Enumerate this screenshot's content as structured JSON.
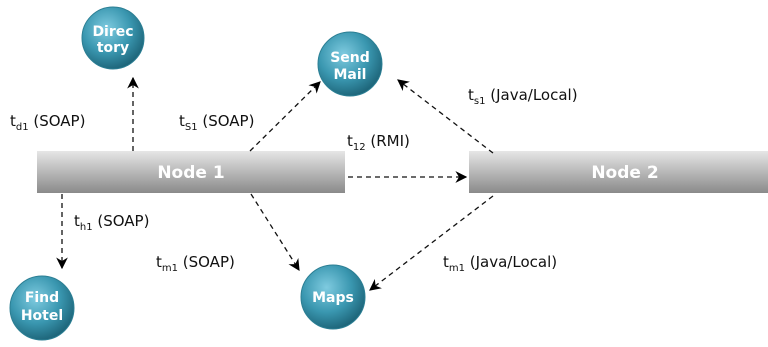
{
  "nodes": {
    "node1": {
      "label": "Node 1"
    },
    "node2": {
      "label": "Node 2"
    }
  },
  "services": {
    "directory": {
      "line1": "Direc",
      "line2": "tory"
    },
    "send_mail": {
      "line1": "Send",
      "line2": "Mail"
    },
    "find_hotel": {
      "line1": "Find",
      "line2": "Hotel"
    },
    "maps": {
      "line1": "Maps"
    }
  },
  "edges": {
    "td1": {
      "base": "t",
      "sub": "d1",
      "proto": " (SOAP)"
    },
    "ts1_soap": {
      "base": "t",
      "sub": "S1",
      "proto": " (SOAP)"
    },
    "ts1_java": {
      "base": "t",
      "sub": "s1",
      "proto": " (Java/Local)"
    },
    "t12": {
      "base": "t",
      "sub": "12",
      "proto": " (RMI)"
    },
    "th1": {
      "base": "t",
      "sub": "h1",
      "proto": " (SOAP)"
    },
    "tm1_soap": {
      "base": "t",
      "sub": "m1",
      "proto": " (SOAP)"
    },
    "tm1_java": {
      "base": "t",
      "sub": "m1",
      "proto": " (Java/Local)"
    }
  },
  "colors": {
    "service_fill_light": "#5fb3c6",
    "service_fill_dark": "#1d6f85",
    "node_bar_light": "#d9d9d9",
    "node_bar_dark": "#8f8f8f"
  }
}
